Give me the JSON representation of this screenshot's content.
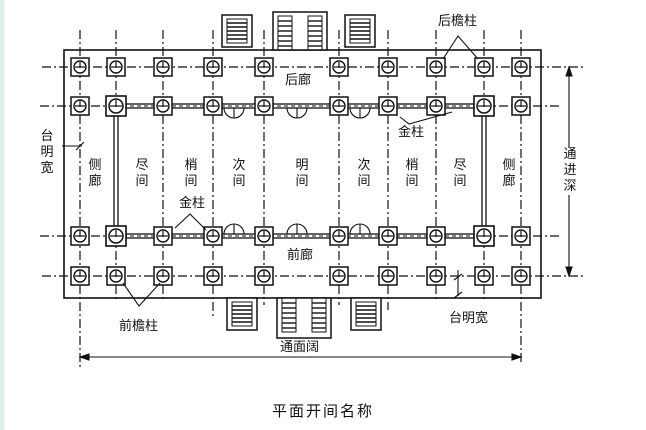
{
  "diagram": {
    "title": "平面开间名称",
    "type": "architectural-floor-plan",
    "corridors": {
      "rear": "后廊",
      "front": "前廊"
    },
    "bays": [
      {
        "id": "side-corridor-left",
        "label": "侧廊"
      },
      {
        "id": "end-bay-left",
        "label": "尽间"
      },
      {
        "id": "tip-bay-left",
        "label": "梢间"
      },
      {
        "id": "secondary-bay-left",
        "label": "次间"
      },
      {
        "id": "central-bay",
        "label": "明间"
      },
      {
        "id": "secondary-bay-right",
        "label": "次间"
      },
      {
        "id": "tip-bay-right",
        "label": "梢间"
      },
      {
        "id": "end-bay-right",
        "label": "尽间"
      },
      {
        "id": "side-corridor-right",
        "label": "侧廊"
      }
    ],
    "column_labels": {
      "rear_eave_column": "后檐柱",
      "front_eave_column": "前檐柱",
      "gold_column_upper": "金柱",
      "gold_column_lower": "金柱"
    },
    "dimension_labels": {
      "platform_width_left": "台明宽",
      "platform_width_bottom": "台明宽",
      "total_depth": "通进深",
      "total_width": "通面阔"
    },
    "grid": {
      "column_x": [
        80,
        116,
        163,
        213,
        264,
        339,
        388,
        436,
        484,
        521
      ],
      "row_y": [
        67,
        106,
        236,
        276
      ],
      "column_count_per_row": 10,
      "row_count": 4
    },
    "colors": {
      "line": "#111111",
      "background": "#ffffff",
      "edge_strip": "#dfeeee"
    }
  }
}
